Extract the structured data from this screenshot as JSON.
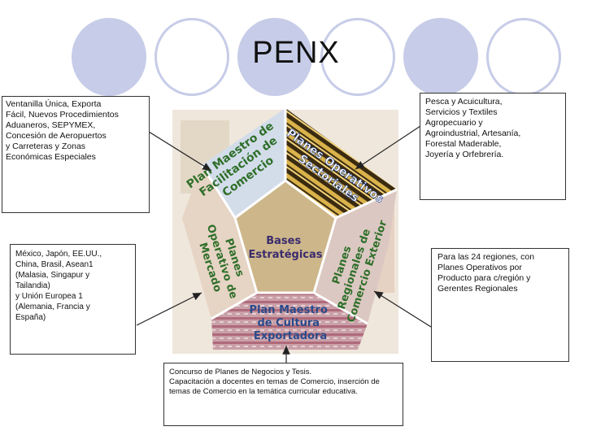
{
  "slide": {
    "title": "PENX"
  },
  "notes": {
    "top_left": "Ventanilla Única, Exporta\nFácil, Nuevos Procedimientos\nAduaneros, SEPYMEX,\nConcesión de Aeropuertos\ny Carreteras y Zonas\nEconómicas Especiales",
    "top_right": "Pesca y Acuicultura,\nServicios y Textiles\nAgropecuario y\nAgroindustrial, Artesanía,\nForestal Maderable,\nJoyería y Orfebrería.",
    "mid_left": "México, Japón, EE.UU.,\nChina, Brasil, Asean1\n(Malasia, Singapur y\nTailandia)\ny Unión Europea 1\n(Alemania, Francia y\nEspaña)",
    "mid_right": "Para las 24 regiones, con\nPlanes Operativos por\nProducto para c/región y\nGerentes Regionales",
    "bottom": "Concurso de Planes de Negocios y Tesis.\nCapacitación a docentes en temas de Comercio, inserción de\ntemas de Comercio en la temática curricular educativa."
  },
  "pentagon": {
    "center": [
      "Bases",
      "Estratégicas"
    ],
    "top_left": [
      "Plan Maestro de",
      "Facilitación de",
      "Comercio"
    ],
    "top_right": [
      "Planes Operativos",
      "Sectoriales"
    ],
    "left": [
      "Planes",
      "Operativo de",
      "Mercado"
    ],
    "right": [
      "Planes",
      "Regionales de",
      "Comercio Exterior"
    ],
    "bottom": [
      "Plan Maestro",
      "de Cultura",
      "Exportadora"
    ]
  },
  "colors": {
    "circle": "#c7cce8",
    "segment_text": "#2f6f2a",
    "center_text": "#3a2b6e",
    "bottom_text": "#2a4a8a"
  }
}
